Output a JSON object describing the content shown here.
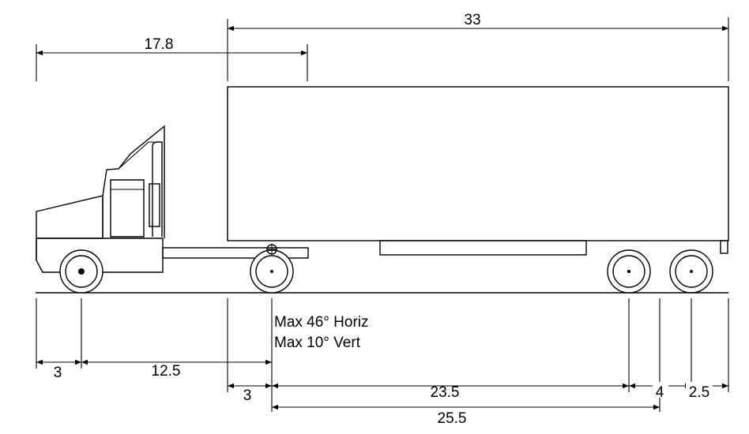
{
  "dimensions": {
    "overall_trailer": "33",
    "front_to_kingpin": "17.8",
    "front_overhang": "3",
    "tractor_wheelbase": "12.5",
    "kingpin_offset": "3",
    "kingpin_to_axle": "23.5",
    "tandem_spacing": "4",
    "rear_overhang": "2.5",
    "kingpin_to_rear_axle": "25.5"
  },
  "notes": {
    "horizontal": "Max 46° Horiz",
    "vertical": "Max 10° Vert"
  }
}
